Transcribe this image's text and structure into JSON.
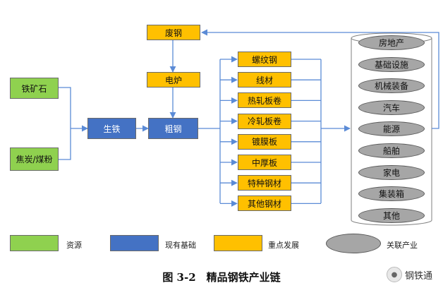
{
  "nodes": {
    "iron_ore": "铁矿石",
    "coke_coal": "焦炭/煤粉",
    "pig_iron": "生铁",
    "crude_steel": "粗钢",
    "scrap": "废钢",
    "electric_furnace": "电炉"
  },
  "products": [
    "螺纹钢",
    "线材",
    "热轧板卷",
    "冷轧板卷",
    "镀膜板",
    "中厚板",
    "特种钢材",
    "其他钢材"
  ],
  "industries": [
    "房地产",
    "基础设施",
    "机械装备",
    "汽车",
    "能源",
    "船舶",
    "家电",
    "集装箱",
    "其他"
  ],
  "legend": {
    "resource": "资源",
    "existing": "现有基础",
    "key": "重点发展",
    "related": "关联产业"
  },
  "caption": "图 3-2　精品钢铁产业链",
  "watermark": "钢铁通",
  "colors": {
    "resource": "#8fd14f",
    "existing": "#4472c4",
    "key": "#ffc000",
    "related": "#a6a6a6",
    "connector": "#5b8bd6"
  }
}
